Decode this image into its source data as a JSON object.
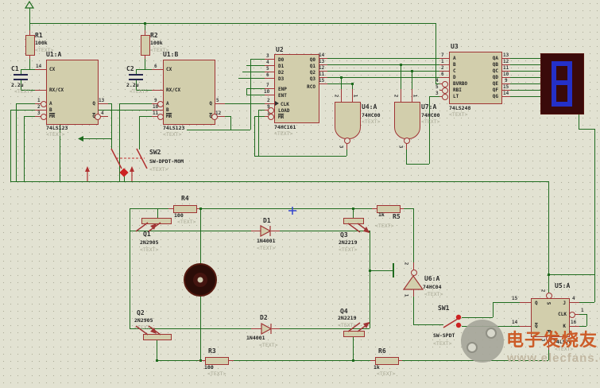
{
  "colors": {
    "canvas_bg": "#e2e2d2",
    "grid_dot": "#adad9a",
    "wire_green": "#1e6b1e",
    "component_red": "#a03434",
    "component_fill": "#d2ceac",
    "switch_red": "#cc2222",
    "display_bg": "#3a0a0a",
    "display_segment_blue": "#2430c8",
    "capacitor_plate": "#26264e",
    "origin_marker_blue": "#3344cc",
    "watermark_orange": "#cc5c28",
    "watermark_gray": "#c2b8a2"
  },
  "components": {
    "r1": {
      "ref": "R1",
      "value": "100k",
      "ph": "<TEXT>"
    },
    "r2": {
      "ref": "R2",
      "value": "100k",
      "ph": "<TEXT>"
    },
    "r3": {
      "ref": "R3",
      "value": "100",
      "ph": "<TEXT>"
    },
    "r4": {
      "ref": "R4",
      "value": "100",
      "ph": "<TEXT>"
    },
    "r5": {
      "ref": "R5",
      "value": "1k",
      "ph": "<TEXT>"
    },
    "r6": {
      "ref": "R6",
      "value": "1k",
      "ph": "<TEXT>"
    },
    "c1": {
      "ref": "C1",
      "value": "2.2u",
      "ph": "<TEXT>"
    },
    "c2": {
      "ref": "C2",
      "value": "2.2u",
      "ph": "<TEXT>"
    },
    "d1": {
      "ref": "D1",
      "value": "1N4001",
      "ph": "<TEXT>"
    },
    "d2": {
      "ref": "D2",
      "value": "1N4001",
      "ph": "<TEXT>"
    },
    "q1": {
      "ref": "Q1",
      "value": "2N2905",
      "ph": "<TEXT>"
    },
    "q2": {
      "ref": "Q2",
      "value": "2N2905",
      "ph": "<TEXT>"
    },
    "q3": {
      "ref": "Q3",
      "value": "2N2219",
      "ph": "<TEXT>"
    },
    "q4": {
      "ref": "Q4",
      "value": "2N2219",
      "ph": "<TEXT>"
    },
    "sw1": {
      "ref": "SW1",
      "value": "SW-SPDT",
      "ph": "<TEXT>"
    },
    "sw2": {
      "ref": "SW2",
      "value": "SW-DPDT-MOM",
      "ph": "<TEXT>"
    },
    "u1a": {
      "ref": "U1:A",
      "part": "74LS123",
      "ph": "<TEXT>",
      "cx": "CX",
      "cx_n": "14",
      "rx": "RX/CX",
      "a": "A",
      "a_n": "1",
      "b": "B",
      "b_n": "2",
      "mr": "MR",
      "mr_n": "3",
      "q": "Q",
      "q_n": "13",
      "qb": "Q",
      "qb_n": "4"
    },
    "u1b": {
      "ref": "U1:B",
      "part": "74LS123",
      "ph": "<TEXT>",
      "cx": "CX",
      "cx_n": "6",
      "rx": "RX/CX",
      "a": "A",
      "a_n": "9",
      "b": "B",
      "b_n": "10",
      "mr": "MR",
      "mr_n": "11",
      "q": "Q",
      "q_n": "5",
      "qb": "Q",
      "qb_n": "12"
    },
    "u2": {
      "ref": "U2",
      "part": "74HC161",
      "ph": "<TEXT>",
      "l": [
        {
          "n": "3",
          "t": "D0"
        },
        {
          "n": "4",
          "t": "D1"
        },
        {
          "n": "5",
          "t": "D2"
        },
        {
          "n": "6",
          "t": "D3"
        },
        {
          "n": "7",
          "t": "ENP"
        },
        {
          "n": "10",
          "t": "ENT"
        },
        {
          "n": "2",
          "t": "CLK"
        },
        {
          "n": "9",
          "t": "LOAD"
        },
        {
          "n": "1",
          "t": "MR"
        }
      ],
      "r": [
        {
          "n": "14",
          "t": "Q0"
        },
        {
          "n": "13",
          "t": "Q1"
        },
        {
          "n": "12",
          "t": "Q2"
        },
        {
          "n": "11",
          "t": "Q3"
        },
        {
          "n": "15",
          "t": "RCO"
        }
      ]
    },
    "u3": {
      "ref": "U3",
      "part": "74LS248",
      "ph": "<TEXT>",
      "l": [
        {
          "n": "7",
          "t": "A"
        },
        {
          "n": "1",
          "t": "B"
        },
        {
          "n": "2",
          "t": "C"
        },
        {
          "n": "6",
          "t": "D"
        },
        {
          "n": "4",
          "t": "BVRBO"
        },
        {
          "n": "5",
          "t": "RBI"
        },
        {
          "n": "3",
          "t": "LT"
        }
      ],
      "r": [
        {
          "n": "13",
          "t": "QA"
        },
        {
          "n": "12",
          "t": "QB"
        },
        {
          "n": "11",
          "t": "QC"
        },
        {
          "n": "10",
          "t": "QD"
        },
        {
          "n": "9",
          "t": "QE"
        },
        {
          "n": "15",
          "t": "QF"
        },
        {
          "n": "14",
          "t": "QG"
        }
      ]
    },
    "u4a": {
      "ref": "U4:A",
      "part": "74HC00",
      "ph": "<TEXT>",
      "in1_n": "2",
      "in2_n": "1",
      "out_n": "3"
    },
    "u7a": {
      "ref": "U7:A",
      "part": "74HC00",
      "ph": "<TEXT>",
      "in1_n": "2",
      "in2_n": "1",
      "out_n": "3"
    },
    "u6a": {
      "ref": "U6:A",
      "part": "74HC04",
      "ph": "<TEXT>",
      "in_n": "1",
      "out_n": "2"
    },
    "u5a": {
      "ref": "U5:A",
      "part": "74LS76",
      "ph": "<TEXT>",
      "q": "Q",
      "q_n": "15",
      "qb": "Q",
      "qb_n": "14",
      "j": "J",
      "j_n": "4",
      "clk": "CLK",
      "clk_n": "1",
      "k": "K",
      "k_n": "16",
      "s": "S",
      "s_n": "2",
      "r": "R",
      "r_n": "3"
    },
    "display": {
      "digit": "8"
    }
  },
  "watermark": {
    "title": "电子发烧友",
    "url": "www.elecfans.com"
  }
}
